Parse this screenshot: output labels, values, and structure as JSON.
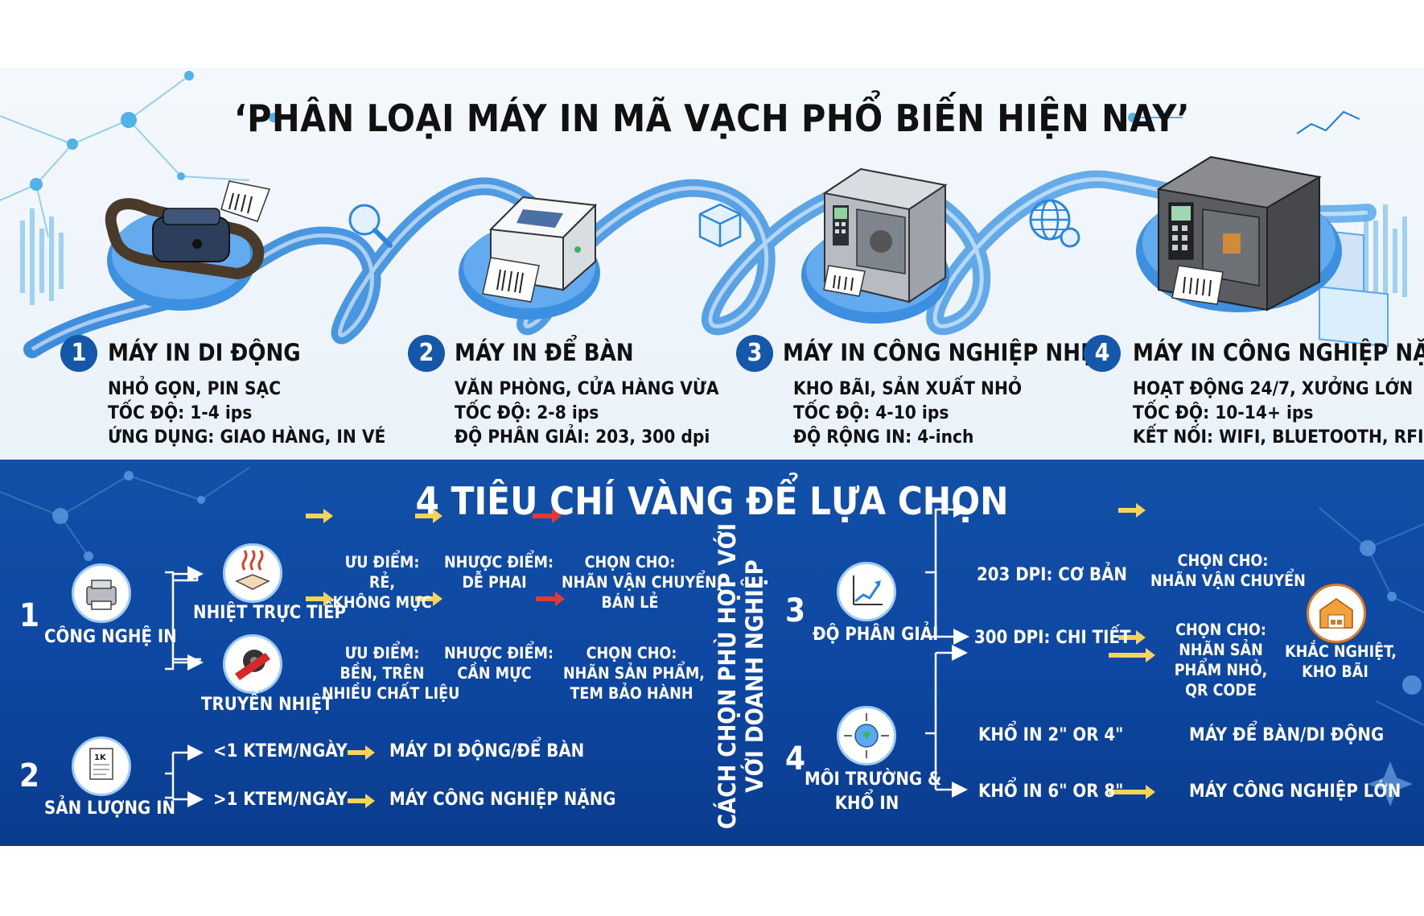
{
  "title": "‘PHÂN LOẠI MÁY IN MÃ VẠCH PHỔ BIẾN HIỆN NAY’",
  "printers": [
    {
      "number": "1",
      "name": "MÁY IN DI ĐỘNG",
      "lines": [
        "NHỎ GỌN, PIN SẠC",
        "TỐC ĐỘ: 1-4 ips",
        "ỨNG DỤNG: GIAO HÀNG, IN VÉ"
      ]
    },
    {
      "number": "2",
      "name": "MÁY IN ĐỂ BÀN",
      "lines": [
        "VĂN PHÒNG, CỬA HÀNG VỪA",
        "TỐC ĐỘ: 2-8 ips",
        "ĐỘ PHÂN GIẢI: 203, 300 dpi"
      ]
    },
    {
      "number": "3",
      "name": "MÁY IN CÔNG NGHIỆP NHẸ",
      "lines": [
        "KHO BÃI, SẢN XUẤT NHỎ",
        "TỐC ĐỘ: 4-10 ips",
        "ĐỘ RỘNG IN: 4-inch"
      ]
    },
    {
      "number": "4",
      "name": "MÁY IN CÔNG NGHIỆP NẶNG",
      "lines": [
        "HOẠT ĐỘNG 24/7, XƯỞNG LỚN",
        "TỐC ĐỘ: 10-14+ ips",
        "KẾT NỐI: WIFI, BLUETOOTH, RFID"
      ]
    }
  ],
  "criteria_title": "4 TIÊU CHÍ VÀNG ĐỂ LỰA CHỌN",
  "vertical_label": [
    "CÁCH CHỌN PHÙ HỢP VỚI",
    "VỚI DOANH NGHIỆP"
  ],
  "c1": {
    "number": "1",
    "label": "CÔNG NGHỆ IN",
    "direct": {
      "label": "NHIỆT TRỰC TIẾP",
      "pros": [
        "ƯU ĐIỂM:",
        "RẺ,",
        "KHÔNG MỰC"
      ],
      "cons": [
        "NHƯỢC ĐIỂM:",
        "DỄ PHAI"
      ],
      "choose": [
        "CHỌN CHO:",
        "NHÃN VẬN CHUYỂN,",
        "BÁN LẺ"
      ]
    },
    "transfer": {
      "label": "TRUYỀN NHIỆT",
      "pros": [
        "ƯU ĐIỂM:",
        "BỀN, TRÊN",
        "NHIỀU CHẤT LIỆU"
      ],
      "cons": [
        "NHƯỢC ĐIỂM:",
        "CẦN MỰC"
      ],
      "choose": [
        "CHỌN CHO:",
        "NHÃN SẢN PHẨM,",
        "TEM BẢO HÀNH"
      ]
    }
  },
  "c2": {
    "number": "2",
    "label": "SẢN LƯỢNG IN",
    "icon_text": "1K",
    "rows": [
      {
        "cond": "<1 KTEM/NGÀY",
        "result": "MÁY DI ĐỘNG/ĐỂ BÀN"
      },
      {
        "cond": ">1 KTEM/NGÀY",
        "result": "MÁY CÔNG NGHIỆP NẶNG"
      }
    ]
  },
  "c3": {
    "number": "3",
    "label": "ĐỘ PHÂN GIẢI",
    "r203": "203 DPI: CƠ BẢN",
    "choose203": [
      "CHỌN CHO:",
      "NHÃN VẬN CHUYỂN"
    ],
    "r300": "300 DPI: CHI TIẾT",
    "choose300": [
      "CHỌN CHO:",
      "NHÃN SẢN",
      "PHẨM NHỎ,",
      "QR CODE"
    ],
    "harsh": [
      "KHẮC NGHIỆT,",
      "KHO BÃI"
    ]
  },
  "c4": {
    "number": "4",
    "label": [
      "MÔI TRƯỜNG &",
      "KHỔ IN"
    ],
    "rows": [
      {
        "cond": "KHỔ IN 2\" OR 4\"",
        "result": "MÁY ĐỂ BÀN/DI ĐỘNG"
      },
      {
        "cond": "KHỔ IN 6\" OR 8\"",
        "result": "MÁY CÔNG NGHIỆP LỚN"
      }
    ]
  },
  "colors": {
    "navy": "#0d47a1",
    "accent": "#1557a8",
    "arrow_yellow": "#f6d35a",
    "arrow_red": "#e53935",
    "wave": "#2b86de"
  }
}
